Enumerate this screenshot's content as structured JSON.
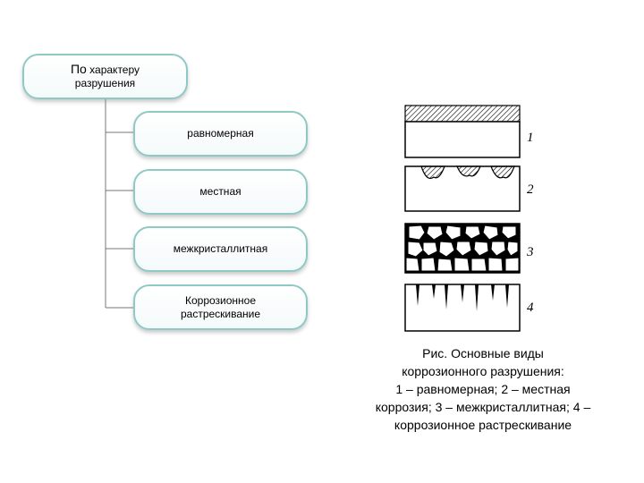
{
  "diagram": {
    "root": {
      "lead": "По",
      "rest": "характеру\nразрушения"
    },
    "types": [
      {
        "label": "равномерная"
      },
      {
        "label": "местная"
      },
      {
        "label": "межкристаллитная"
      },
      {
        "label": "Коррозионное\nрастрескивание"
      }
    ]
  },
  "figure": {
    "panel_numbers": [
      "1",
      "2",
      "3",
      "4"
    ]
  },
  "caption": {
    "text": "Рис.    Основные виды\nкоррозионного разрушения:\n1 – равномерная; 2 – местная\nкоррозия; 3 – межкристаллитная; 4 –\nкоррозионное растрескивание"
  }
}
